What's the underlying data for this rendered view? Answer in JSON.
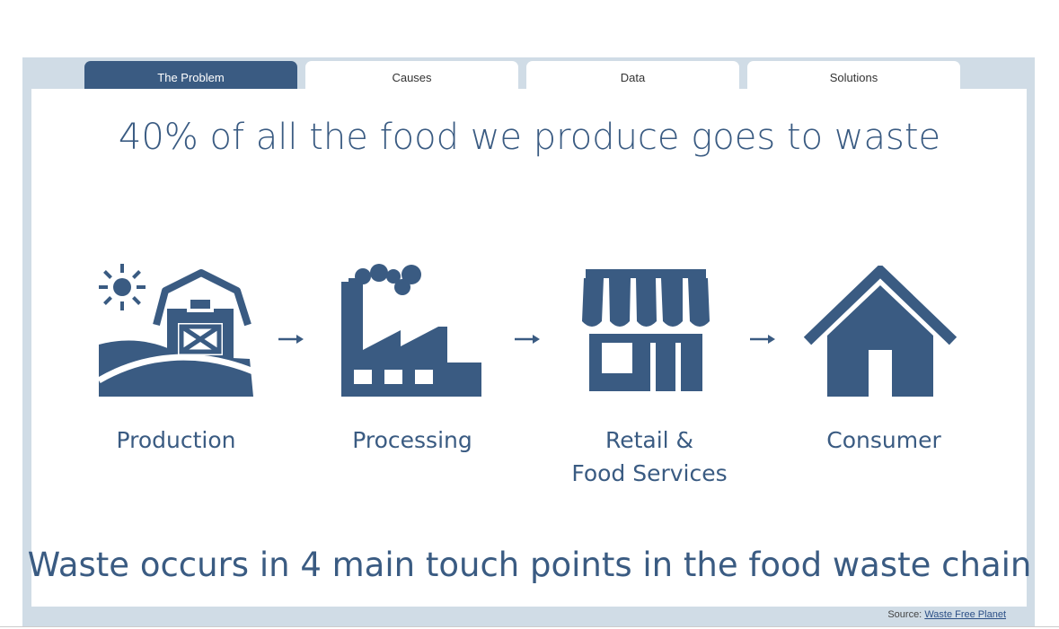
{
  "tabs": [
    {
      "label": "The Problem",
      "active": true
    },
    {
      "label": "Causes",
      "active": false
    },
    {
      "label": "Data",
      "active": false
    },
    {
      "label": "Solutions",
      "active": false
    }
  ],
  "headline": "40% of all the food we produce goes to waste",
  "stages": [
    {
      "label_lines": [
        "Production"
      ],
      "icon": "farm-barn-icon"
    },
    {
      "label_lines": [
        "Processing"
      ],
      "icon": "factory-icon"
    },
    {
      "label_lines": [
        "Retail &",
        "Food Services"
      ],
      "icon": "store-icon"
    },
    {
      "label_lines": [
        "Consumer"
      ],
      "icon": "house-icon"
    }
  ],
  "footline": "Waste occurs in 4 main touch points in the food waste chain",
  "source": {
    "prefix": "Source:",
    "link_text": "Waste Free Planet"
  },
  "colors": {
    "accent": "#3a5b82",
    "frame": "#d0dce6"
  }
}
